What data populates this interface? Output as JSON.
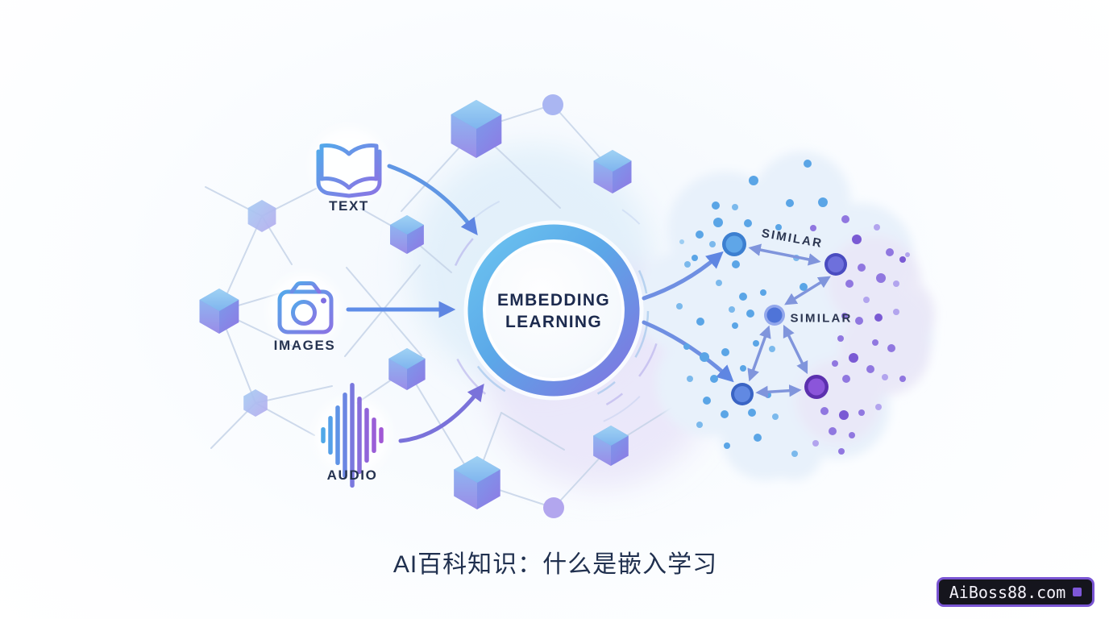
{
  "title": {
    "text": "AI百科知识：什么是嵌入学习"
  },
  "center": {
    "line1": "EMBEDDING",
    "line2": "LEARNING"
  },
  "inputs": {
    "text": {
      "label": "TEXT",
      "icon": "book-icon"
    },
    "images": {
      "label": "IMAGES",
      "icon": "camera-icon"
    },
    "audio": {
      "label": "AUDIO",
      "icon": "audio-waveform-icon"
    }
  },
  "cluster": {
    "similar1": "SIMILAR",
    "similar2": "SIMILAR"
  },
  "watermark": {
    "text": "AiBoss88.com"
  },
  "colors": {
    "ring_start": "#66c0f0",
    "ring_end": "#8173e0",
    "label_dark": "#263350",
    "title_navy": "#20304f",
    "arrow_blue": "#5f8de8",
    "arrow_purple": "#7a72da",
    "arrow_slate": "#8095dc",
    "dot_blue": "#5aa5e6",
    "dot_purple": "#8a6fdc",
    "badge_bg": "#15151d",
    "badge_border": "#7a55d4"
  }
}
